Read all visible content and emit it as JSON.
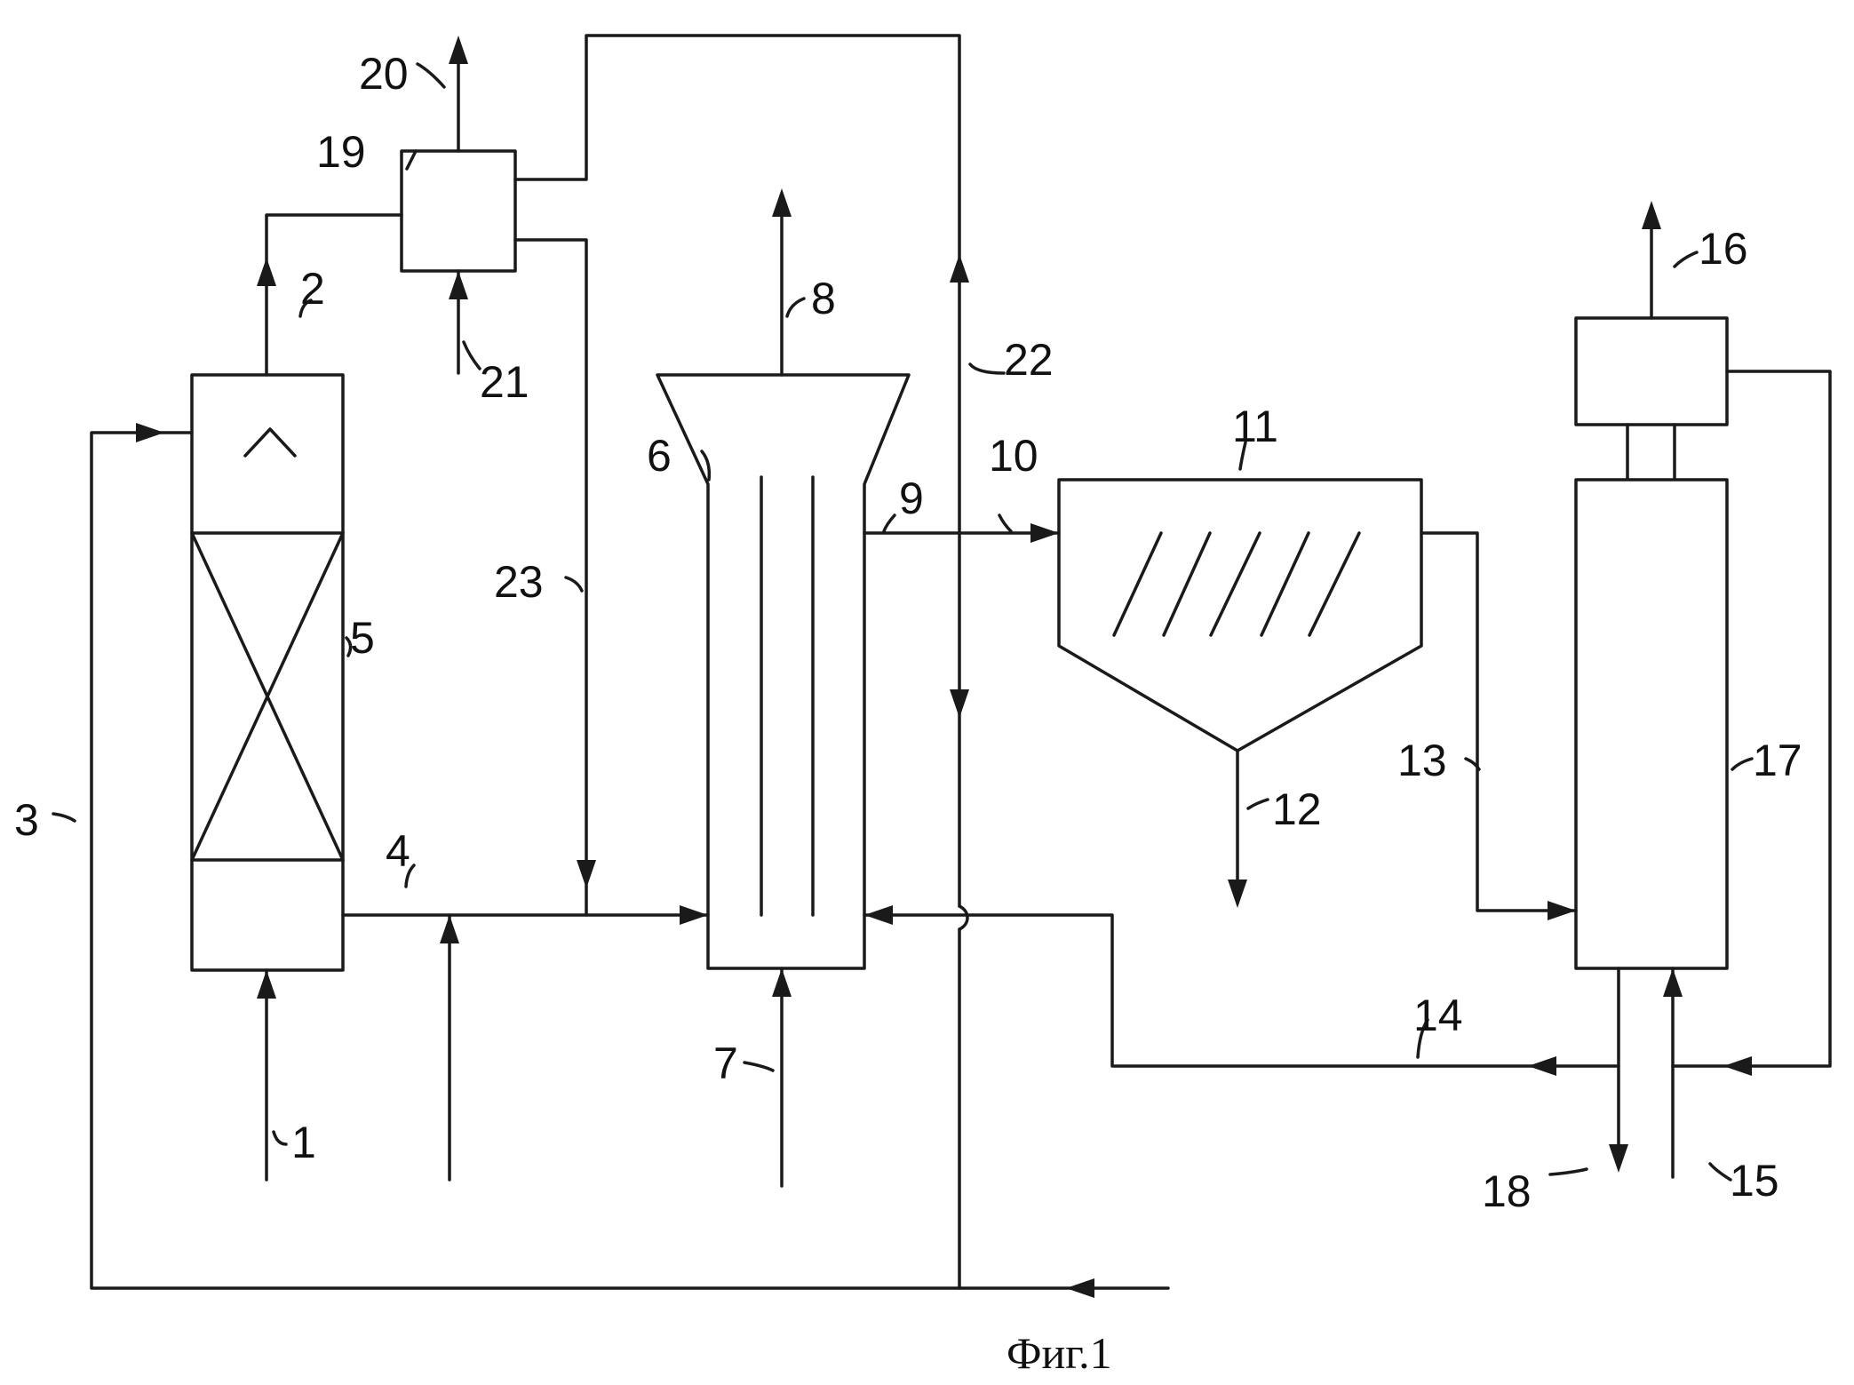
{
  "figure": {
    "caption": "Фиг.1",
    "labels": {
      "n1": "1",
      "n2": "2",
      "n3": "3",
      "n4": "4",
      "n5": "5",
      "n6": "6",
      "n7": "7",
      "n8": "8",
      "n9": "9",
      "n10": "10",
      "n11": "11",
      "n12": "12",
      "n13": "13",
      "n14": "14",
      "n15": "15",
      "n16": "16",
      "n17": "17",
      "n18": "18",
      "n19": "19",
      "n20": "20",
      "n21": "21",
      "n22": "22",
      "n23": "23"
    }
  }
}
